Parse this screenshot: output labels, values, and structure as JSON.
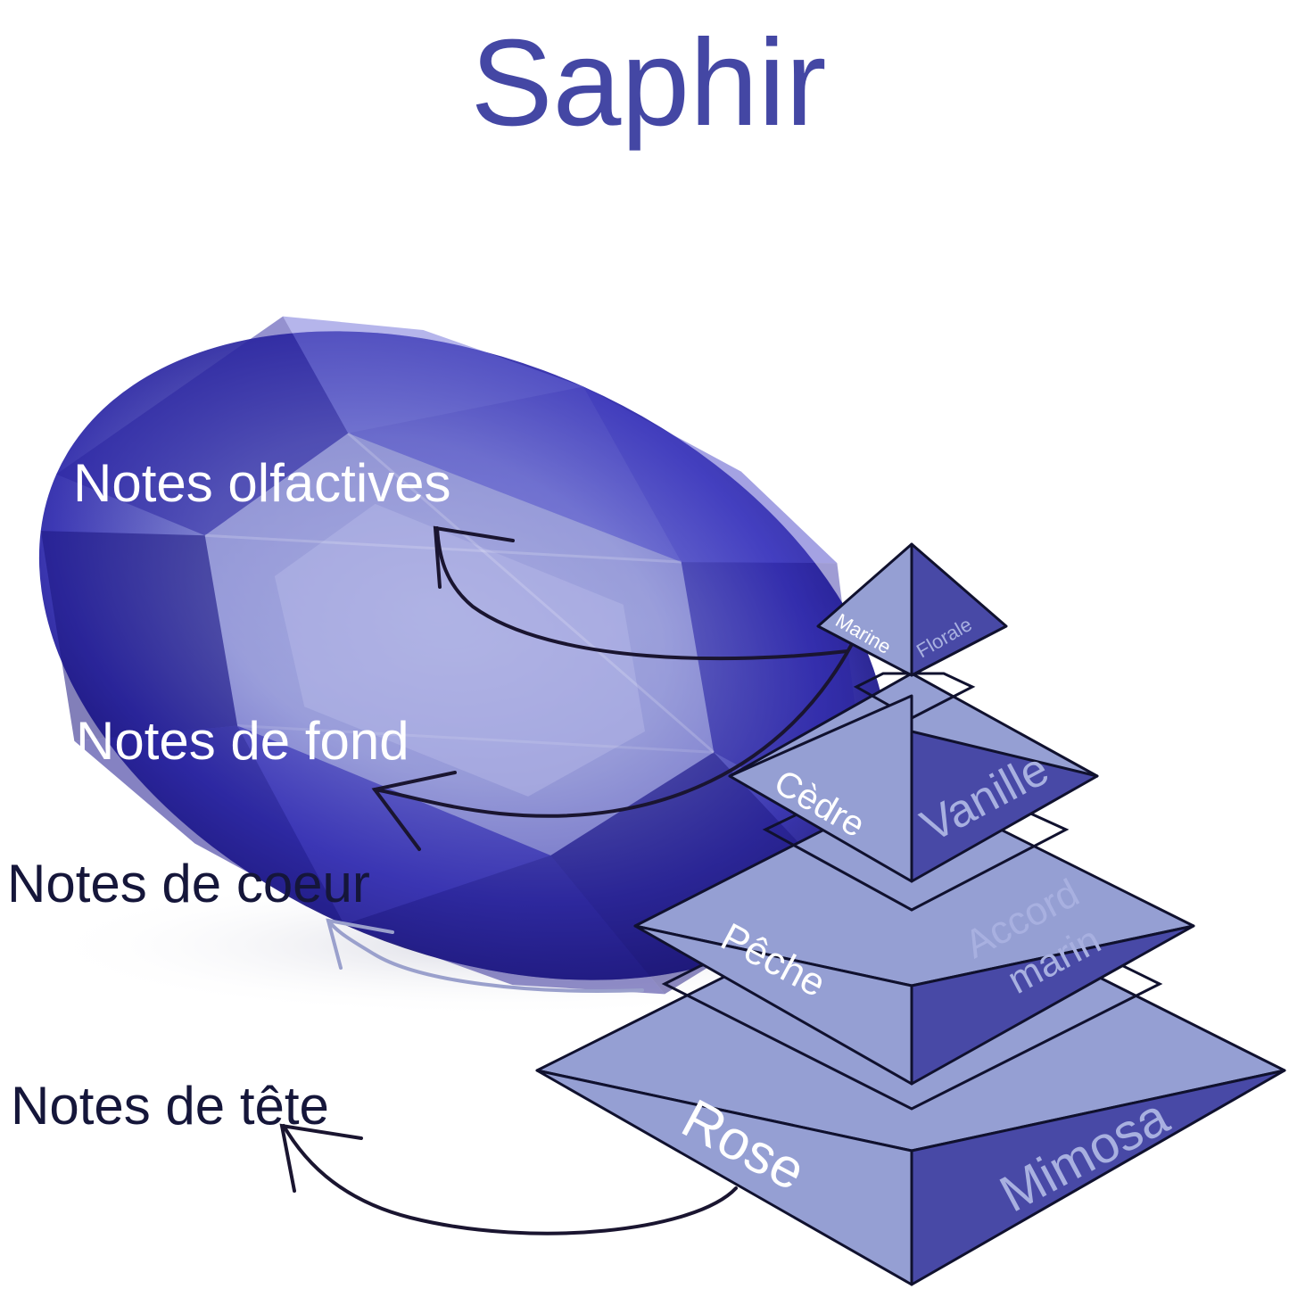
{
  "title": "Saphir",
  "labels": {
    "olfactives": "Notes olfactives",
    "fond": "Notes de fond",
    "coeur": "Notes de coeur",
    "tete": "Notes de tête"
  },
  "pyramid": {
    "top": {
      "left": "Marine",
      "right": "Florale"
    },
    "fond": {
      "left": "Cèdre",
      "right": "Vanille"
    },
    "coeur": {
      "left": "Pêche",
      "right_line1": "Accord",
      "right_line2": "marin"
    },
    "tete": {
      "left": "Rose",
      "right": "Mimosa"
    }
  },
  "colors": {
    "title": "#4447a4",
    "face_light": "#959fd3",
    "face_dark": "#4849a6",
    "gem_dark": "#24208a",
    "gem_light": "#9a9fdc"
  }
}
